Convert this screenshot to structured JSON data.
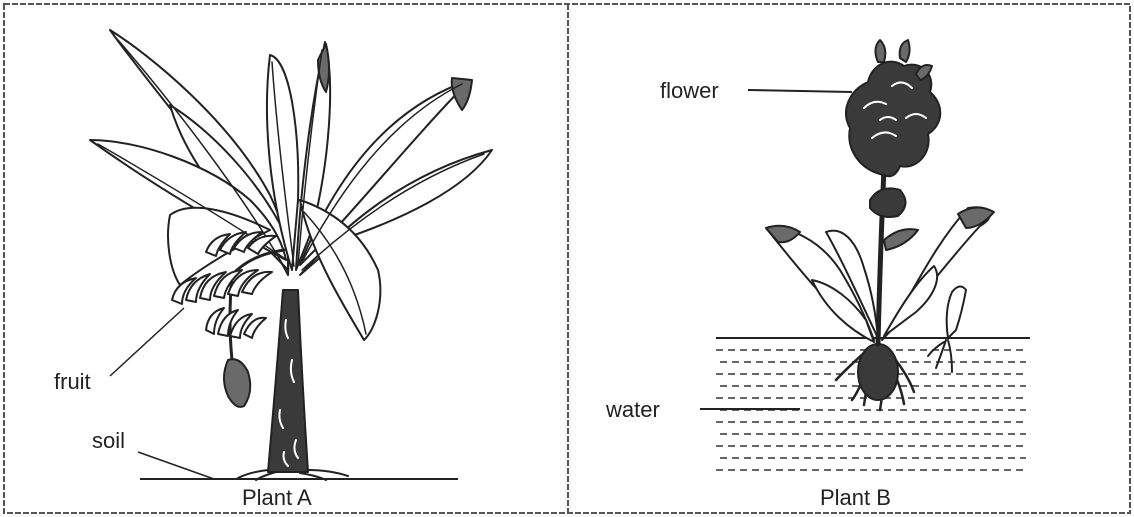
{
  "panels": [
    {
      "caption": "Plant A",
      "labels": {
        "fruit": "fruit",
        "soil": "soil"
      }
    },
    {
      "caption": "Plant B",
      "labels": {
        "flower": "flower",
        "water": "water"
      }
    }
  ],
  "colors": {
    "ink": "#222222",
    "frame": "#555555",
    "dark_fill": "#3a3a3a",
    "mid_fill": "#6a6a6a",
    "water_dash": "#333333"
  }
}
